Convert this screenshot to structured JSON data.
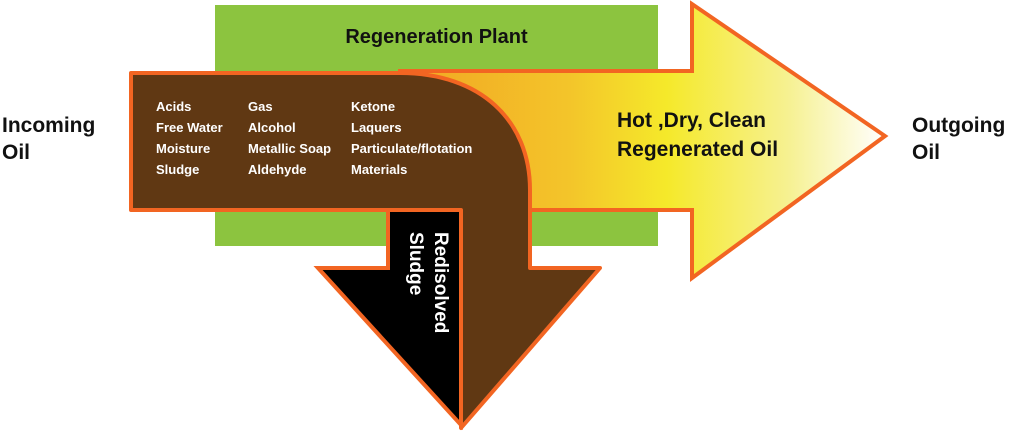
{
  "diagram": {
    "title": "Regeneration Plant",
    "incoming_label": [
      "Incoming",
      "Oil"
    ],
    "outgoing_label": [
      "Outgoing",
      "Oil"
    ],
    "contaminants": {
      "column1": [
        "Acids",
        "Free Water",
        "Moisture",
        "Sludge"
      ],
      "column2": [
        "Gas",
        "Alcohol",
        "Metallic Soap",
        "Aldehyde"
      ],
      "column3": [
        "Ketone",
        "Laquers",
        "Particulate/flotation",
        "Materials"
      ]
    },
    "output_text": [
      "Hot ,Dry, Clean",
      "Regenerated Oil"
    ],
    "sludge_text": [
      "Redisolved",
      "Sludge"
    ],
    "colors": {
      "plant_green": "#8cc43f",
      "oil_brown": "#603813",
      "outline_orange": "#f26522",
      "gradient_orange": "#f4b624",
      "gradient_yellow": "#f5e92a",
      "gradient_white": "#ffffff",
      "sludge_black": "#000000"
    }
  }
}
